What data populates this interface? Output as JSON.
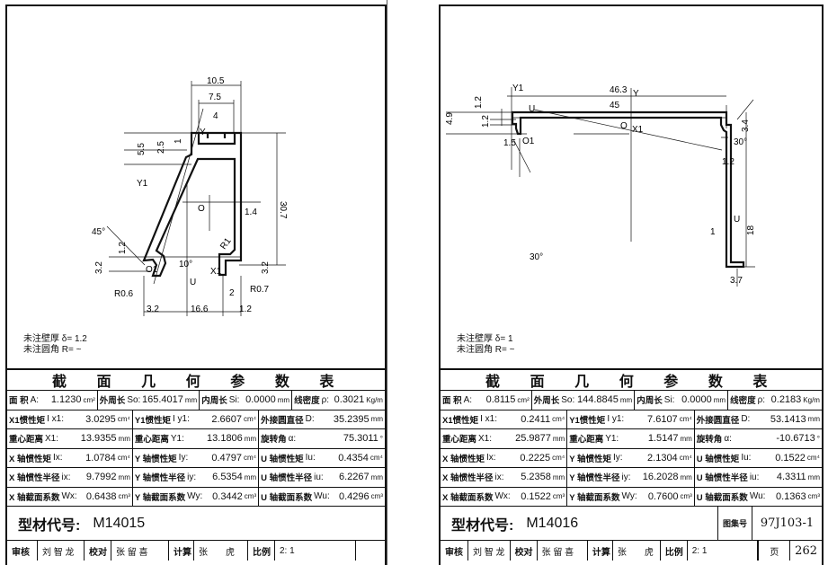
{
  "table_title": "截 面 几 何 参 数 表",
  "left": {
    "notes": {
      "thickness_label": "未注壁厚 δ=",
      "thickness": "1.2",
      "radius_label": "未注圆角 R=",
      "radius": "~"
    },
    "dims": [
      "10.5",
      "7.5",
      "4",
      "5.5",
      "2.5",
      "1",
      "Y1",
      "Y",
      "O",
      "1.4",
      "30.7",
      "45°",
      "1.2",
      "3.2",
      "O1",
      "10°",
      "U",
      "R1",
      "X1",
      "3.2",
      "R0.6",
      "2",
      "R0.7",
      "3.2",
      "16.6",
      "1.2"
    ],
    "row1": [
      {
        "label": "面 积",
        "sym": "A:",
        "val": "1.1230",
        "unit": "cm²"
      },
      {
        "label": "外周长",
        "sym": "So:",
        "val": "165.4017",
        "unit": "mm"
      },
      {
        "label": "内周长",
        "sym": "Si:",
        "val": "0.0000",
        "unit": "mm"
      },
      {
        "label": "线密度",
        "sym": "ρ:",
        "val": "0.3021",
        "unit": "Kg/m"
      }
    ],
    "rows": [
      [
        {
          "label": "X1惯性矩",
          "sym": "I x1:",
          "val": "3.0295",
          "unit": "cm⁴"
        },
        {
          "label": "Y1惯性矩",
          "sym": "I y1:",
          "val": "2.6607",
          "unit": "cm⁴"
        },
        {
          "label": "外接圆直径",
          "sym": "D:",
          "val": "35.2395",
          "unit": "mm"
        }
      ],
      [
        {
          "label": "重心距离",
          "sym": "X1:",
          "val": "13.9355",
          "unit": "mm"
        },
        {
          "label": "重心距离",
          "sym": "Y1:",
          "val": "13.1806",
          "unit": "mm"
        },
        {
          "label": "旋转角",
          "sym": "α:",
          "val": "75.3011",
          "unit": "°"
        }
      ],
      [
        {
          "label": "X 轴惯性矩",
          "sym": "Ix:",
          "val": "1.0784",
          "unit": "cm⁴"
        },
        {
          "label": "Y 轴惯性矩",
          "sym": "Iy:",
          "val": "0.4797",
          "unit": "cm⁴"
        },
        {
          "label": "U 轴惯性矩",
          "sym": "Iu:",
          "val": "0.4354",
          "unit": "cm⁴"
        }
      ],
      [
        {
          "label": "X 轴惯性半径",
          "sym": "ix:",
          "val": "9.7992",
          "unit": "mm"
        },
        {
          "label": "Y 轴惯性半径",
          "sym": "iy:",
          "val": "6.5354",
          "unit": "mm"
        },
        {
          "label": "U 轴惯性半径",
          "sym": "iu:",
          "val": "6.2267",
          "unit": "mm"
        }
      ],
      [
        {
          "label": "X 轴截面系数",
          "sym": "Wx:",
          "val": "0.6438",
          "unit": "cm³"
        },
        {
          "label": "Y 轴截面系数",
          "sym": "Wy:",
          "val": "0.3442",
          "unit": "cm³"
        },
        {
          "label": "U 轴截面系数",
          "sym": "Wu:",
          "val": "0.4296",
          "unit": "cm³"
        }
      ]
    ],
    "code_label": "型材代号:",
    "code": "M14015",
    "sign": [
      "审核",
      "刘 智 龙",
      "校对",
      "张 留 喜",
      "计算",
      "张　　虎",
      "比例",
      "2: 1"
    ]
  },
  "right": {
    "notes": {
      "thickness_label": "未注壁厚 δ=",
      "thickness": "1",
      "radius_label": "未注圆角 R=",
      "radius": "~"
    },
    "dims": [
      "Y1",
      "Y",
      "46.3",
      "45",
      "30°",
      "1.2",
      "4.9",
      "1.2",
      "1.2",
      "U",
      "O",
      "X1",
      "U",
      "3.4",
      "1.5",
      "O1",
      "18",
      "30°",
      "1",
      "3.7"
    ],
    "row1": [
      {
        "label": "面 积",
        "sym": "A:",
        "val": "0.8115",
        "unit": "cm²"
      },
      {
        "label": "外周长",
        "sym": "So:",
        "val": "144.8845",
        "unit": "mm"
      },
      {
        "label": "内周长",
        "sym": "Si:",
        "val": "0.0000",
        "unit": "mm"
      },
      {
        "label": "线密度",
        "sym": "ρ:",
        "val": "0.2183",
        "unit": "Kg/m"
      }
    ],
    "rows": [
      [
        {
          "label": "X1惯性矩",
          "sym": "I x1:",
          "val": "0.2411",
          "unit": "cm⁴"
        },
        {
          "label": "Y1惯性矩",
          "sym": "I y1:",
          "val": "7.6107",
          "unit": "cm⁴"
        },
        {
          "label": "外接圆直径",
          "sym": "D:",
          "val": "53.1413",
          "unit": "mm"
        }
      ],
      [
        {
          "label": "重心距离",
          "sym": "X1:",
          "val": "25.9877",
          "unit": "mm"
        },
        {
          "label": "重心距离",
          "sym": "Y1:",
          "val": "1.5147",
          "unit": "mm"
        },
        {
          "label": "旋转角",
          "sym": "α:",
          "val": "-10.6713",
          "unit": "°"
        }
      ],
      [
        {
          "label": "X 轴惯性矩",
          "sym": "Ix:",
          "val": "0.2225",
          "unit": "cm⁴"
        },
        {
          "label": "Y 轴惯性矩",
          "sym": "Iy:",
          "val": "2.1304",
          "unit": "cm⁴"
        },
        {
          "label": "U 轴惯性矩",
          "sym": "Iu:",
          "val": "0.1522",
          "unit": "cm⁴"
        }
      ],
      [
        {
          "label": "X 轴惯性半径",
          "sym": "ix:",
          "val": "5.2358",
          "unit": "mm"
        },
        {
          "label": "Y 轴惯性半径",
          "sym": "iy:",
          "val": "16.2028",
          "unit": "mm"
        },
        {
          "label": "U 轴惯性半径",
          "sym": "iu:",
          "val": "4.3311",
          "unit": "mm"
        }
      ],
      [
        {
          "label": "X 轴截面系数",
          "sym": "Wx:",
          "val": "0.1522",
          "unit": "cm³"
        },
        {
          "label": "Y 轴截面系数",
          "sym": "Wy:",
          "val": "0.7600",
          "unit": "cm³"
        },
        {
          "label": "U 轴截面系数",
          "sym": "Wu:",
          "val": "0.1363",
          "unit": "cm³"
        }
      ]
    ],
    "code_label": "型材代号:",
    "code": "M14016",
    "atlas_label": "图集号",
    "atlas": "97J103-1",
    "sign": [
      "审核",
      "刘 智 龙",
      "校对",
      "张 留 喜",
      "计算",
      "张　　虎",
      "比例",
      "2: 1"
    ],
    "page_label": "页",
    "page": "262"
  }
}
